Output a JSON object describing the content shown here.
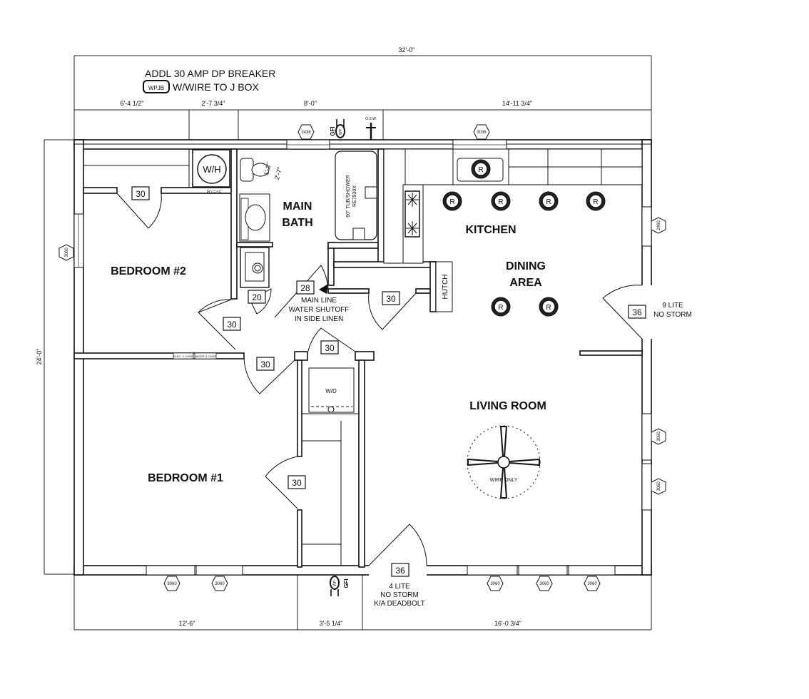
{
  "title": "",
  "notes": {
    "breaker_line1": "ADDL 30 AMP DP BREAKER",
    "breaker_line2": "W/WIRE TO J BOX",
    "breaker_symbol": "WPJB",
    "water_shutoff": [
      "MAIN LINE",
      "WATER SHUTOFF",
      "IN SIDE LINEN"
    ],
    "side_door": [
      "9 LITE",
      "NO STORM"
    ],
    "front_door": [
      "4 LITE",
      "NO STORM",
      "K/A DEADBOLT"
    ],
    "tub": [
      "60\" TUB/SHOWER",
      "RE7930X"
    ],
    "toilet_dims": [
      "1'-3\"",
      "2'-7\""
    ],
    "fan": "WIRE ONLY",
    "osw": "O.S.W.",
    "gfi": "GFI",
    "wp": "WP",
    "elec_xover": "ELEC. X-OVER",
    "water_xover": "WATER X-OVER",
    "po_ce": "PO G CE"
  },
  "dimensions": {
    "overall_width": "32'-0\"",
    "overall_depth": "24'-0\"",
    "top": [
      "6'-4 1/2\"",
      "2'-7 3/4\"",
      "8'-0\"",
      "14'-11 3/4\""
    ],
    "bottom": [
      "12'-6\"",
      "3'-5 1/4\"",
      "16'-0 3/4\""
    ]
  },
  "rooms": {
    "bedroom2": "BEDROOM #2",
    "bedroom1": "BEDROOM #1",
    "main_bath": [
      "MAIN",
      "BATH"
    ],
    "kitchen": "KITCHEN",
    "dining": [
      "DINING",
      "AREA"
    ],
    "living": "LIVING ROOM"
  },
  "fixtures": {
    "water_heater": "W/H",
    "washer_dryer": "W/D",
    "hutch": "HUTCH",
    "recessed_light": "R"
  },
  "door_tags": {
    "bed2_closet": "30",
    "linen": "20",
    "bath": "28",
    "bed2": "30",
    "bed1": "30",
    "laundry": "30",
    "pantry": "30",
    "bed1_closet": "30",
    "side_entry": "36",
    "front_entry": "36"
  },
  "windows": {
    "bath": "2436",
    "kitchen": "3036",
    "kitchen_side": "2460",
    "bed2_side": "3060",
    "living_side1": "3060",
    "living_side2": "3060",
    "bed1_a": "3060",
    "bed1_b": "3060",
    "living_a": "3060",
    "living_b": "3060",
    "living_c": "3060"
  }
}
